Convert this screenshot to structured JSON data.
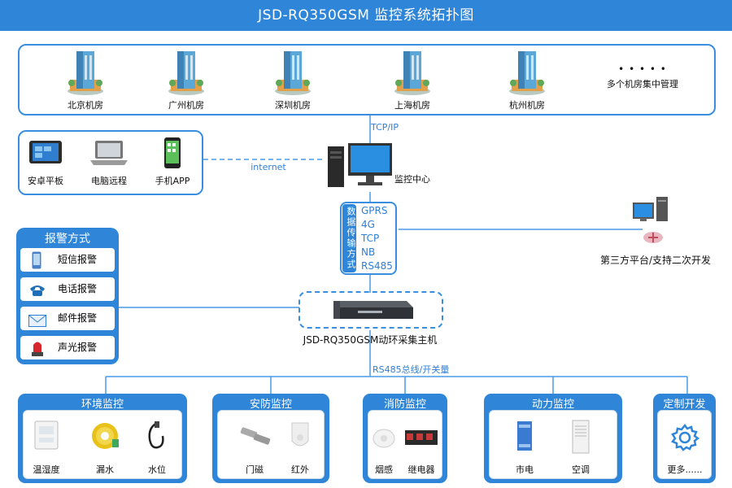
{
  "title": "JSD-RQ350GSM 监控系统拓扑图",
  "datacenters": {
    "items": [
      {
        "label": "北京机房"
      },
      {
        "label": "广州机房"
      },
      {
        "label": "深圳机房"
      },
      {
        "label": "上海机房"
      },
      {
        "label": "杭州机房"
      }
    ],
    "more_dots": "• • • • •",
    "more_label": "多个机房集中管理"
  },
  "links": {
    "tcpip": "TCP/IP",
    "internet": "internet",
    "rs485_bus": "RS485总线/开关量"
  },
  "clients": {
    "items": [
      {
        "label": "安卓平板"
      },
      {
        "label": "电脑远程"
      },
      {
        "label": "手机APP"
      }
    ]
  },
  "monitor_center": {
    "label": "监控中心"
  },
  "transmission": {
    "title": "数据传输方式",
    "items": [
      "GPRS",
      "4G",
      "TCP",
      "NB",
      "RS485"
    ]
  },
  "third_party": {
    "label": "第三方平台/支持二次开发"
  },
  "alarm": {
    "title": "报警方式",
    "items": [
      {
        "label": "短信报警"
      },
      {
        "label": "电话报警"
      },
      {
        "label": "邮件报警"
      },
      {
        "label": "声光报警"
      }
    ]
  },
  "host": {
    "label": "JSD-RQ350GSM动环采集主机"
  },
  "categories": [
    {
      "title": "环境监控",
      "items": [
        {
          "label": "温湿度"
        },
        {
          "label": "漏水"
        },
        {
          "label": "水位"
        }
      ]
    },
    {
      "title": "安防监控",
      "items": [
        {
          "label": "门磁"
        },
        {
          "label": "红外"
        }
      ]
    },
    {
      "title": "消防监控",
      "items": [
        {
          "label": "烟感"
        },
        {
          "label": "继电器"
        }
      ]
    },
    {
      "title": "动力监控",
      "items": [
        {
          "label": "市电"
        },
        {
          "label": "空调"
        }
      ]
    },
    {
      "title": "定制开发",
      "items": [
        {
          "label": "更多......"
        }
      ]
    }
  ],
  "colors": {
    "primary": "#2f86d8",
    "line": "#4a9ae6",
    "text": "#111111"
  }
}
